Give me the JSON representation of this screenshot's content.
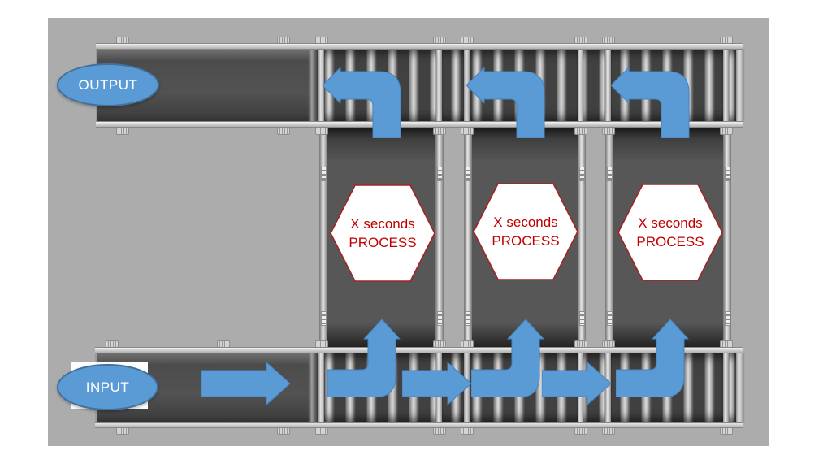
{
  "diagram": {
    "output_label": "OUTPUT",
    "input_label": "INPUT",
    "stations": [
      {
        "line1": "X seconds",
        "line2": "PROCESS"
      },
      {
        "line1": "X seconds",
        "line2": "PROCESS"
      },
      {
        "line1": "X seconds",
        "line2": "PROCESS"
      }
    ],
    "icons": {
      "right_arrow": "straight-right-arrow",
      "up_arrow": "curved-up-arrow",
      "left_arrow": "curved-left-arrow"
    },
    "colors": {
      "arrow_blue": "#5b9bd5",
      "ellipse_fill": "#5b9bd5",
      "ellipse_border": "#41719c",
      "station_border": "#a32424",
      "station_text": "#c00000",
      "canvas_background": "#acacac",
      "belt_dark": "#4c4c4c",
      "frame_light": "#d9d9d9"
    }
  }
}
